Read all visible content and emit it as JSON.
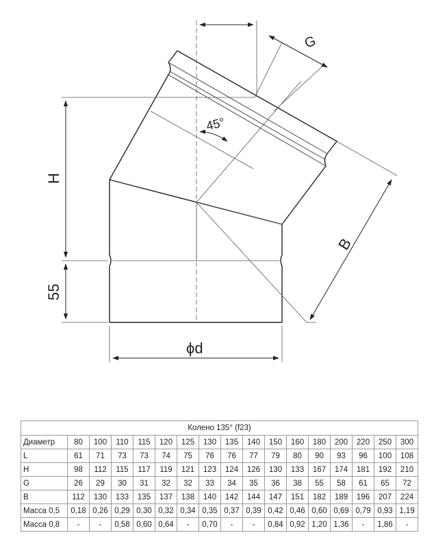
{
  "drawing": {
    "labels": {
      "G": "G",
      "H": "H",
      "B": "B",
      "angle": "45°",
      "d": "ϕd",
      "straight": "55"
    }
  },
  "table": {
    "title": "Колено 135° (f23)",
    "row_header": "Диаметр",
    "diameters": [
      "80",
      "100",
      "110",
      "115",
      "120",
      "125",
      "130",
      "135",
      "140",
      "150",
      "160",
      "180",
      "200",
      "220",
      "250",
      "300"
    ],
    "rows": [
      {
        "label": "L",
        "values": [
          "61",
          "71",
          "73",
          "73",
          "74",
          "75",
          "76",
          "76",
          "77",
          "79",
          "80",
          "90",
          "93",
          "96",
          "100",
          "108"
        ]
      },
      {
        "label": "H",
        "values": [
          "98",
          "112",
          "115",
          "117",
          "119",
          "121",
          "123",
          "124",
          "126",
          "130",
          "133",
          "167",
          "174",
          "181",
          "192",
          "210"
        ]
      },
      {
        "label": "G",
        "values": [
          "26",
          "29",
          "30",
          "31",
          "32",
          "32",
          "33",
          "34",
          "35",
          "36",
          "38",
          "55",
          "58",
          "61",
          "65",
          "72"
        ]
      },
      {
        "label": "B",
        "values": [
          "112",
          "130",
          "133",
          "135",
          "137",
          "138",
          "140",
          "142",
          "144",
          "147",
          "151",
          "182",
          "189",
          "196",
          "207",
          "224"
        ]
      },
      {
        "label": "Масса 0,5",
        "values": [
          "0,18",
          "0,26",
          "0,29",
          "0,30",
          "0,32",
          "0,34",
          "0,35",
          "0,37",
          "0,39",
          "0,42",
          "0,46",
          "0,60",
          "0,69",
          "0,79",
          "0,93",
          "1,19"
        ]
      },
      {
        "label": "Масса 0,8",
        "values": [
          "-",
          "-",
          "0,58",
          "0,60",
          "0,64",
          "-",
          "0,70",
          "-",
          "-",
          "0,84",
          "0,92",
          "1,20",
          "1,36",
          "-",
          "1,86",
          "-"
        ]
      }
    ]
  }
}
